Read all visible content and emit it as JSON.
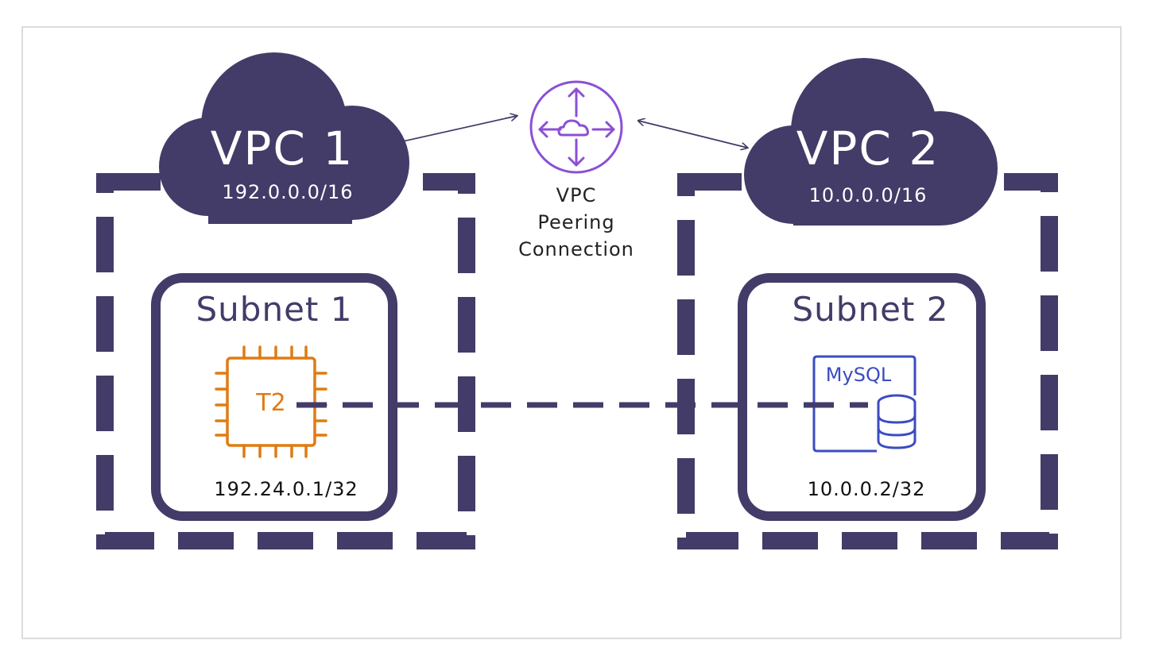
{
  "vpc1": {
    "title": "VPC 1",
    "cidr": "192.0.0.0/16",
    "subnet": {
      "title": "Subnet 1",
      "host_ip": "192.24.0.1/32",
      "instance_label": "T2"
    }
  },
  "vpc2": {
    "title": "VPC 2",
    "cidr": "10.0.0.0/16",
    "subnet": {
      "title": "Subnet 2",
      "host_ip": "10.0.0.2/32",
      "database_label": "MySQL"
    }
  },
  "peering": {
    "label_lines": [
      "VPC",
      "Peering",
      "Connection"
    ]
  },
  "colors": {
    "primary": "#433b68",
    "instance_orange": "#e07b12",
    "database_blue": "#3b4cc0",
    "peering_purple": "#8c4fd6",
    "frame_border": "#dcdcdc"
  },
  "icons": {
    "peering": "vpc-peering-icon",
    "instance": "ec2-instance-chip-icon",
    "database": "mysql-database-icon"
  }
}
